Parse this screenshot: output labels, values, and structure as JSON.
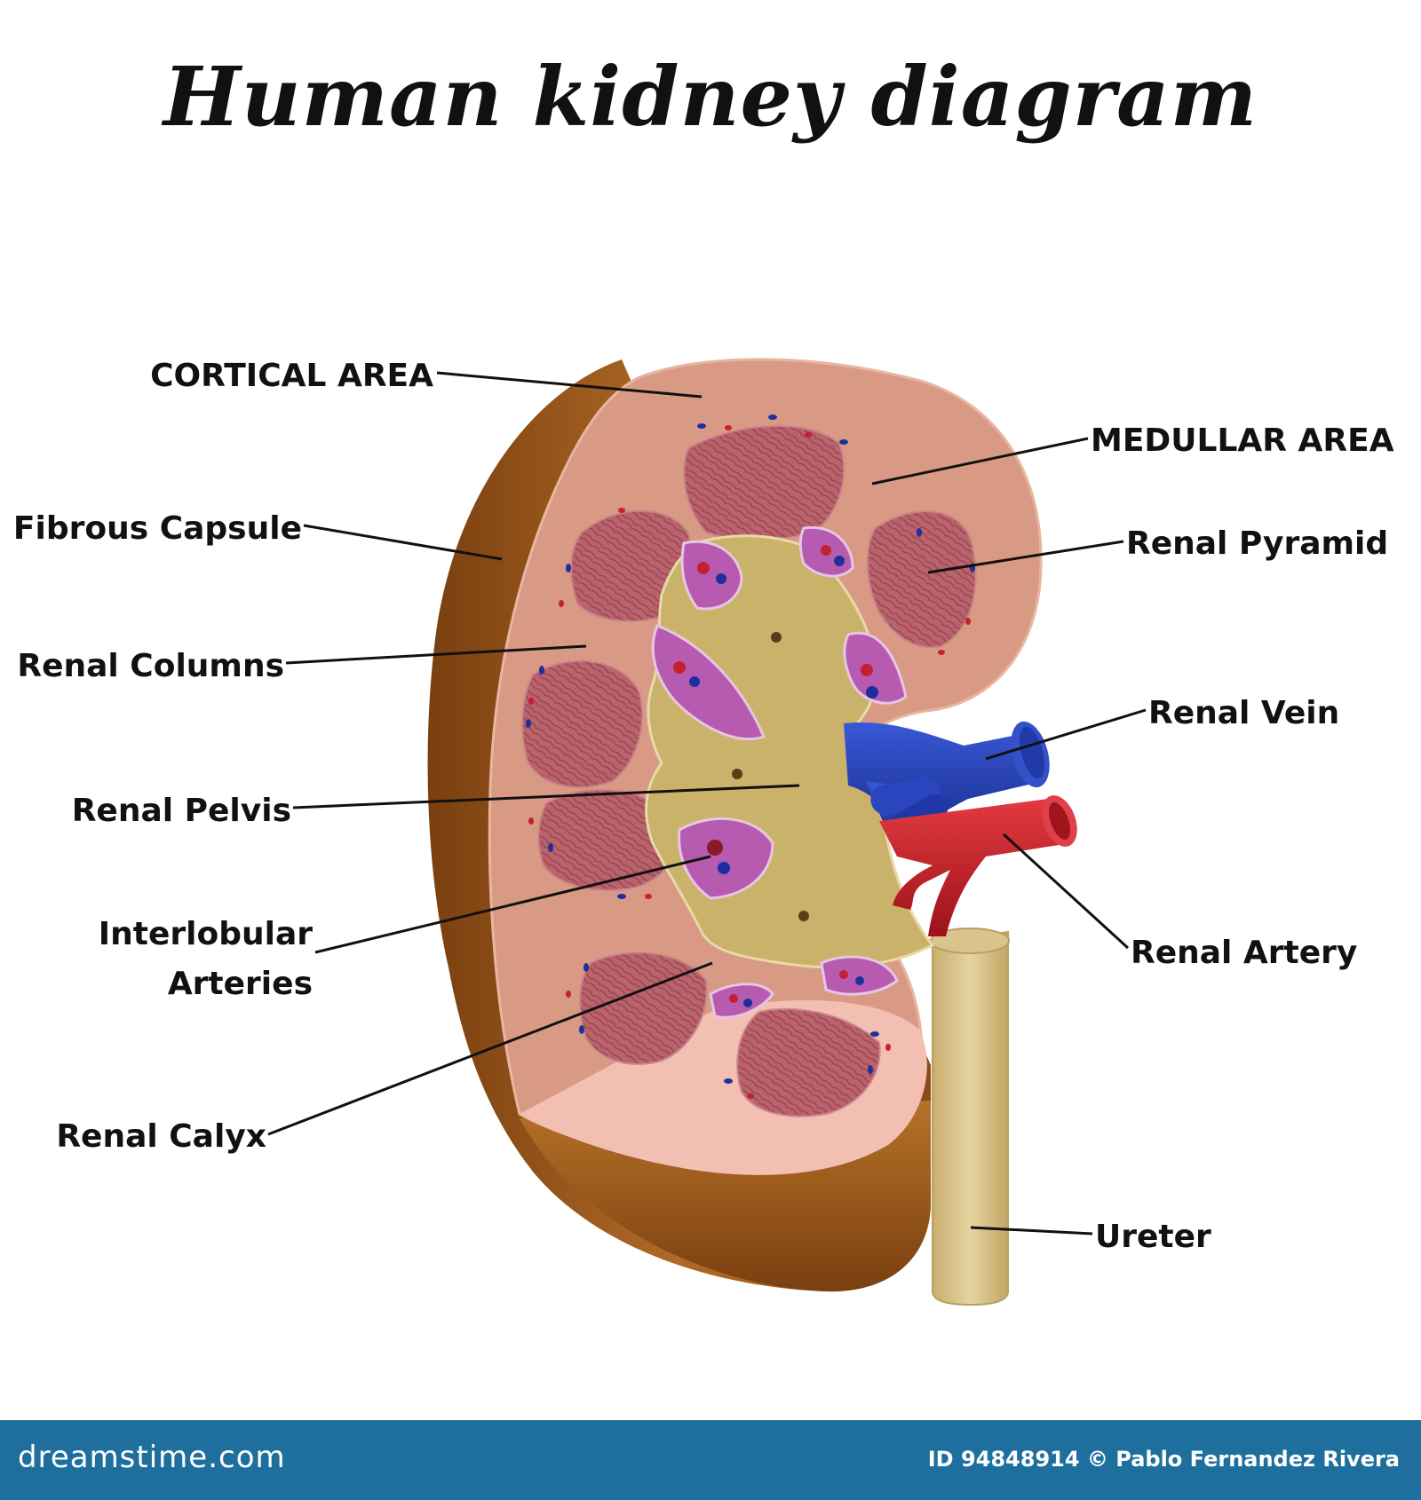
{
  "title": "Human kidney diagram",
  "labels": {
    "cortical_area": "CORTICAL AREA",
    "medullar_area": "MEDULLAR AREA",
    "fibrous_capsule": "Fibrous Capsule",
    "renal_pyramid": "Renal Pyramid",
    "renal_columns": "Renal Columns",
    "renal_vein": "Renal Vein",
    "renal_pelvis": "Renal Pelvis",
    "interlobular_line1": "Interlobular",
    "interlobular_line2": "Arteries",
    "renal_artery": "Renal Artery",
    "renal_calyx": "Renal Calyx",
    "ureter": "Ureter"
  },
  "footer": {
    "brand": "dreamstime.com",
    "credit": "ID 94848914 © Pablo Fernandez Rivera"
  },
  "colors": {
    "cortex": "#d99a85",
    "capsule": "#9a5a1c",
    "pyramid": "#b5606a",
    "pelvis": "#cbb26b",
    "calyx": "#b65bb0",
    "vein": "#2340b8",
    "artery": "#cc1f2a",
    "ureter": "#d6bf86",
    "footer_bar": "#1f6f9e"
  }
}
